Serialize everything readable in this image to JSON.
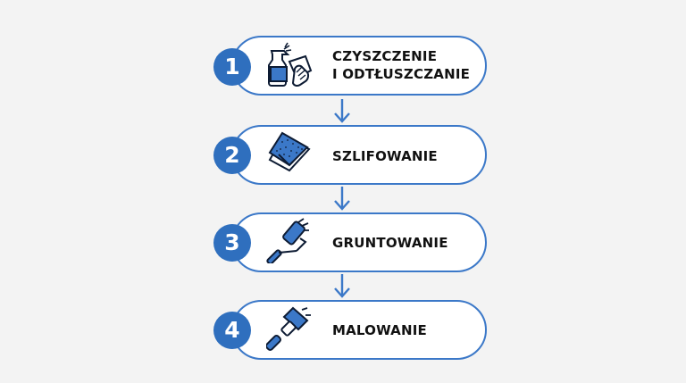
{
  "steps": [
    {
      "number": "1",
      "label_lines": [
        "CZYSZCZENIE",
        "I ODTŁUSZCZANIE"
      ],
      "icon": "spray-bottle-cloth-icon"
    },
    {
      "number": "2",
      "label_lines": [
        "SZLIFOWANIE"
      ],
      "icon": "sandpaper-icon"
    },
    {
      "number": "3",
      "label_lines": [
        "GRUNTOWANIE"
      ],
      "icon": "paint-roller-icon"
    },
    {
      "number": "4",
      "label_lines": [
        "MALOWANIE"
      ],
      "icon": "paint-brush-icon"
    }
  ],
  "colors": {
    "accent": "#2f6fbe",
    "border": "#3b78c8",
    "background": "#f3f3f3",
    "text": "#111111"
  }
}
